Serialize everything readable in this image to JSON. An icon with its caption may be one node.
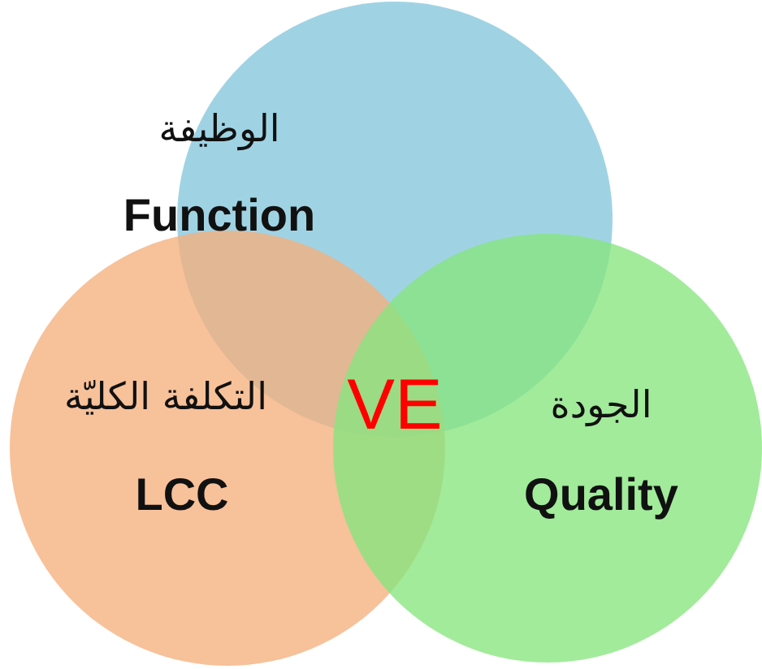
{
  "diagram": {
    "nodes": [
      {
        "text": [
          "الوظيفة",
          "Function"
        ]
      },
      {
        "text": [
          "التكلفة الكليّة",
          "LCC"
        ]
      },
      {
        "text": [
          "الجودة",
          "Quality"
        ]
      }
    ],
    "labels": [
      "VE"
    ]
  }
}
